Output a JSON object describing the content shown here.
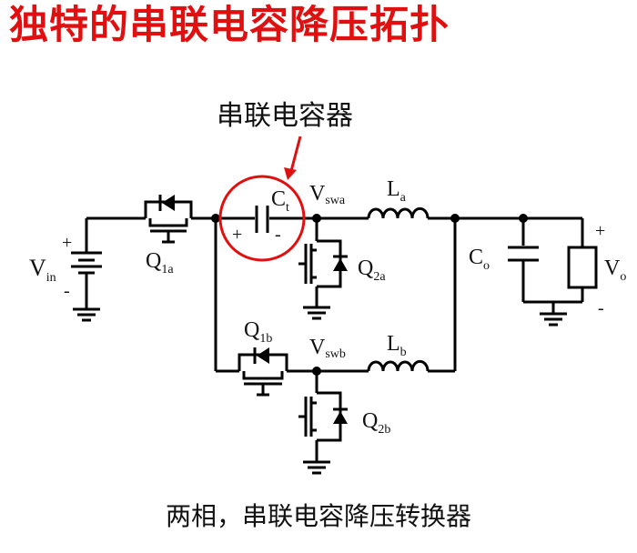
{
  "title": "独特的串联电容降压拓扑",
  "callout_label": "串联电容器",
  "caption": "两相，串联电容降压转换器",
  "highlight_color": "#e01010",
  "labels": {
    "vin_main": "V",
    "vin_sub": "in",
    "vin_plus": "+",
    "vin_minus": "-",
    "q1a_main": "Q",
    "q1a_sub": "1a",
    "q1b_main": "Q",
    "q1b_sub": "1b",
    "q2a_main": "Q",
    "q2a_sub": "2a",
    "q2b_main": "Q",
    "q2b_sub": "2b",
    "ct_main": "C",
    "ct_sub": "t",
    "ct_plus": "+",
    "ct_minus": "-",
    "vswa_main": "V",
    "vswa_sub": "swa",
    "vswb_main": "V",
    "vswb_sub": "swb",
    "la_main": "L",
    "la_sub": "a",
    "lb_main": "L",
    "lb_sub": "b",
    "co_main": "C",
    "co_sub": "o",
    "vo_main": "V",
    "vo_sub": "o",
    "vo_plus": "+",
    "vo_minus": "-"
  }
}
